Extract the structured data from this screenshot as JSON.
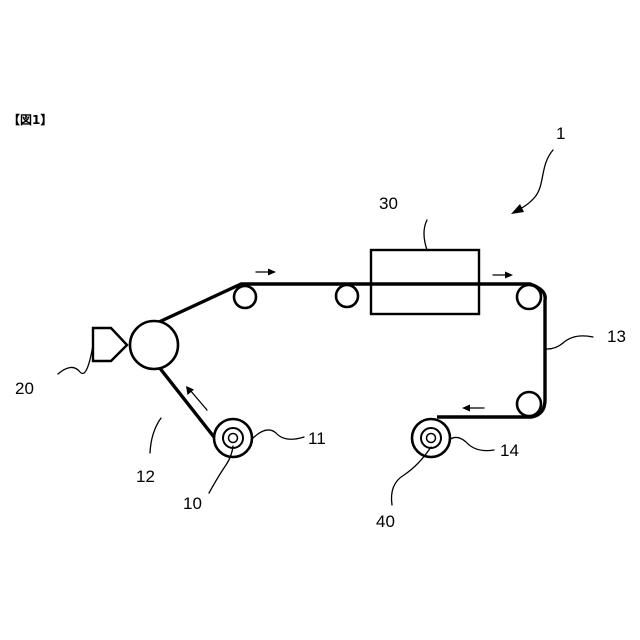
{
  "caption": "【図1】",
  "labels": {
    "device": "1",
    "unwind_roll": "10",
    "core_11": "11",
    "web_12": "12",
    "web_13": "13",
    "core_14": "14",
    "nozzle": "20",
    "unit": "30",
    "rewind_roll": "40"
  }
}
